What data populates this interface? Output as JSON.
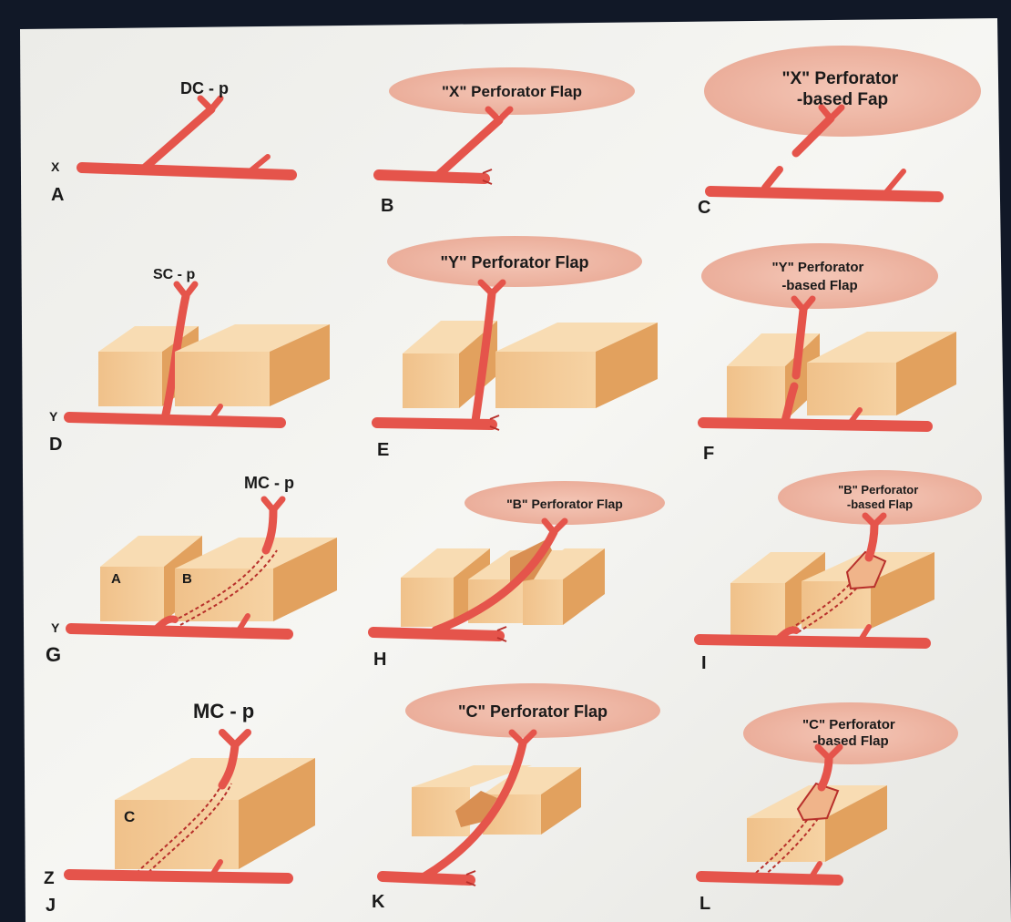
{
  "colors": {
    "vessel": "#e5544b",
    "vessel_dark": "#b8302b",
    "oval": "#f0b8a8",
    "block_front": "#f2c58f",
    "block_top": "#f8dcb3",
    "block_side": "#e2a15e",
    "paper": "#f3f3f0",
    "frame": "#111827"
  },
  "panels": [
    {
      "letter": "A",
      "level": "X",
      "perforator": "DC - p",
      "oval": ""
    },
    {
      "letter": "B",
      "oval": "\"X\" Perforator Flap"
    },
    {
      "letter": "C",
      "oval": "\"X\" Perforator\n-based Fap"
    },
    {
      "letter": "D",
      "level": "Y",
      "perforator": "SC - p",
      "oval": ""
    },
    {
      "letter": "E",
      "oval": "\"Y\" Perforator Flap"
    },
    {
      "letter": "F",
      "oval": "\"Y\" Perforator\n-based Flap"
    },
    {
      "letter": "G",
      "level": "Y",
      "perforator": "MC - p",
      "block_labels": [
        "A",
        "B"
      ],
      "oval": ""
    },
    {
      "letter": "H",
      "oval": "\"B\" Perforator Flap"
    },
    {
      "letter": "I",
      "oval": "\"B\" Perforator\n-based Flap"
    },
    {
      "letter": "J",
      "level": "Z",
      "perforator": "MC - p",
      "block_labels": [
        "C"
      ],
      "oval": ""
    },
    {
      "letter": "K",
      "oval": "\"C\" Perforator Flap"
    },
    {
      "letter": "L",
      "oval": "\"C\" Perforator\n-based Flap"
    }
  ]
}
